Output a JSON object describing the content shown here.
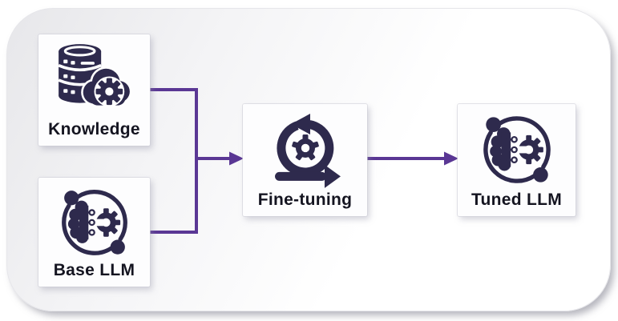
{
  "title": "LLM fine-tuning process diagram",
  "colors": {
    "icon": "#2e2a4d",
    "arrow": "#5a3794",
    "label": "#141420",
    "card_bg": "#fdfdfe",
    "panel_from": "#e7e7ea",
    "panel_mid": "#f4f4f6",
    "panel_to": "#ffffff"
  },
  "nodes": [
    {
      "id": "knowledge",
      "label": "Knowledge",
      "icon": "database-cloud-gear-icon"
    },
    {
      "id": "base-llm",
      "label": "Base LLM",
      "icon": "brain-circuit-gear-icon"
    },
    {
      "id": "fine-tuning",
      "label": "Fine-tuning",
      "icon": "iteration-loop-gear-icon"
    },
    {
      "id": "tuned-llm",
      "label": "Tuned LLM",
      "icon": "brain-circuit-gear-icon"
    }
  ],
  "edges": [
    {
      "from": "knowledge",
      "to": "fine-tuning"
    },
    {
      "from": "base-llm",
      "to": "fine-tuning"
    },
    {
      "from": "fine-tuning",
      "to": "tuned-llm"
    }
  ]
}
